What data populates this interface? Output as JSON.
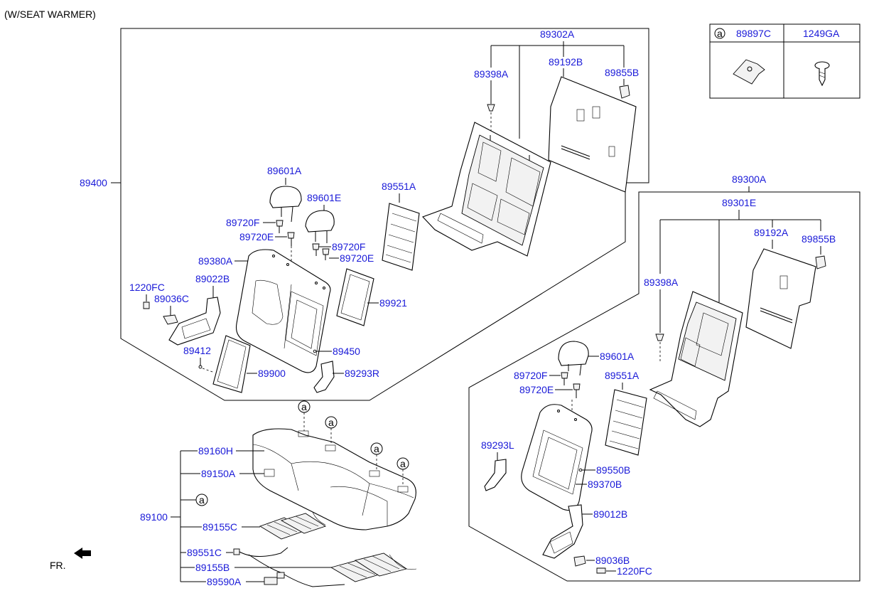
{
  "header": {
    "variant": "(W/SEAT WARMER)"
  },
  "legend": {
    "ref": "a",
    "part1": "89897C",
    "part2": "1249GA"
  },
  "front_indicator": "FR.",
  "callouts": {
    "a1": "89302A",
    "a2": "89398A",
    "a3": "89192B",
    "a4": "89855B",
    "a5": "89400",
    "a6": "89601A",
    "a7": "89601E",
    "a8": "89551A",
    "a9": "89720F",
    "a10": "89720E",
    "a11": "89720F",
    "a12": "89720E",
    "a13": "89380A",
    "a14": "89022B",
    "a15": "1220FC",
    "a16": "89036C",
    "a17": "89921",
    "a18": "89412",
    "a19": "89450",
    "a20": "89900",
    "a21": "89293R",
    "b1": "89300A",
    "b2": "89301E",
    "b3": "89192A",
    "b4": "89855B",
    "b5": "89398A",
    "b6": "89601A",
    "b7": "89551A",
    "b8": "89720F",
    "b9": "89720E",
    "b10": "89293L",
    "b11": "89550B",
    "b12": "89370B",
    "b13": "89012B",
    "b14": "89036B",
    "b15": "1220FC",
    "c1": "89160H",
    "c2": "89150A",
    "c3": "a",
    "c4": "89100",
    "c5": "89155C",
    "c6": "89551C",
    "c7": "89155B",
    "c8": "89590A"
  },
  "seat_clip_refs": [
    "a",
    "a",
    "a",
    "a"
  ]
}
